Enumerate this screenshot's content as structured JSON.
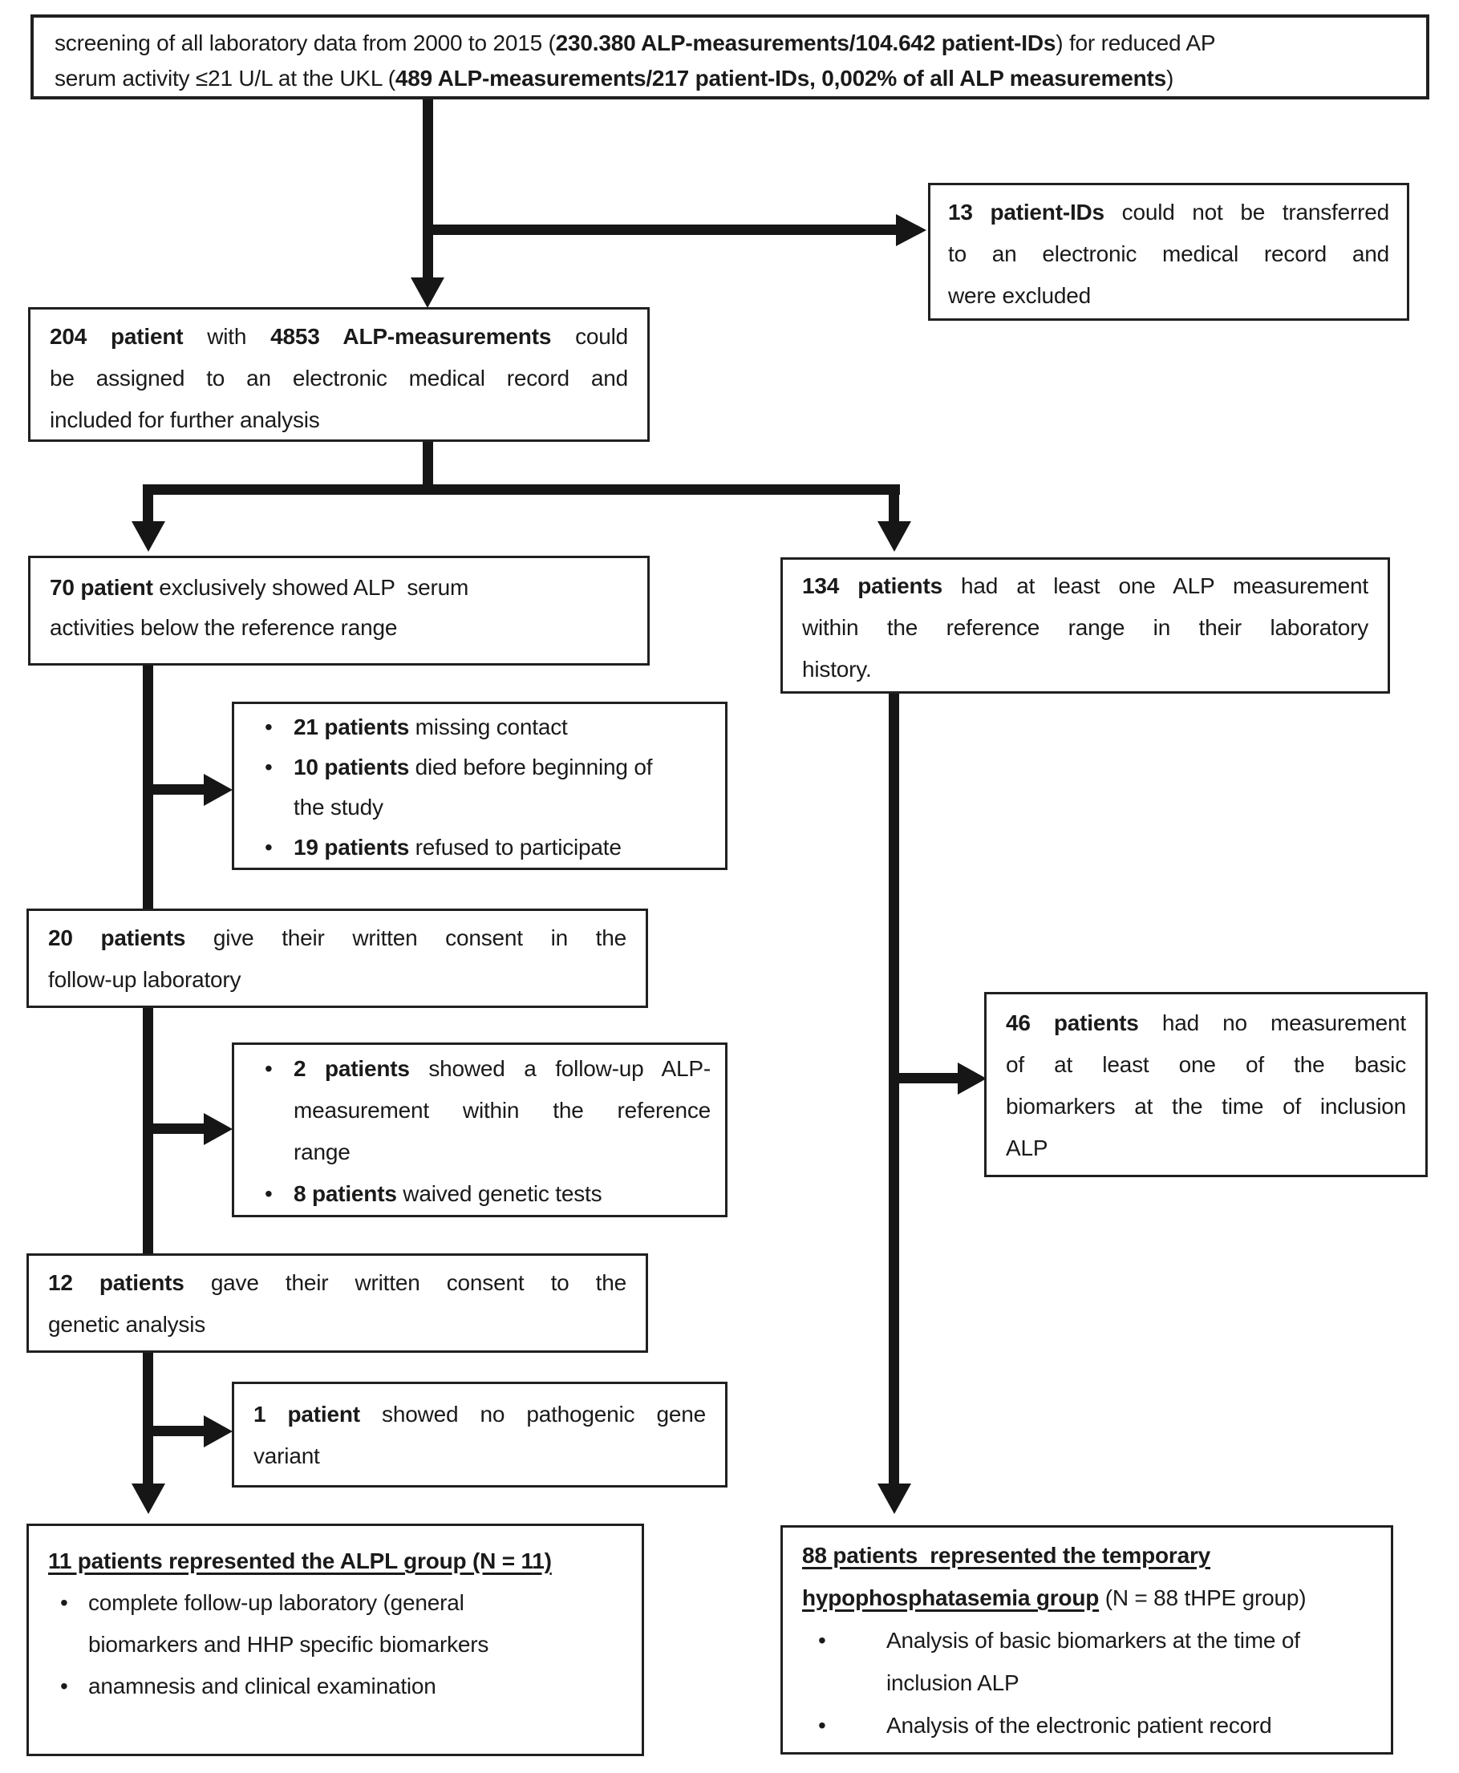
{
  "bullet_char": "•",
  "colors": {
    "ink": "#1a1a1a",
    "line": "#161616",
    "background": "#ffffff"
  },
  "boxes": {
    "screening": {
      "lines": [
        {
          "runs": [
            {
              "t": "screening of all laboratory data from 2000 to 2015 ("
            },
            {
              "t": "230.380 ALP-measurements/104.642 patient-IDs",
              "b": true
            },
            {
              "t": ") for reduced AP"
            }
          ]
        },
        {
          "runs": [
            {
              "t": "serum activity ≤21 U/L at the UKL ("
            },
            {
              "t": "489 ALP-measurements/217 patient-IDs, 0,002% of all ALP measurements",
              "b": true
            },
            {
              "t": ")"
            }
          ]
        }
      ]
    },
    "excluded13": {
      "lines": [
        {
          "just": true,
          "runs": [
            {
              "t": "13 patient-IDs",
              "b": true
            },
            {
              "t": " could not be transferred"
            }
          ]
        },
        {
          "just": true,
          "runs": [
            {
              "t": "to an electronic medical record and"
            }
          ]
        },
        {
          "runs": [
            {
              "t": "were excluded"
            }
          ]
        }
      ]
    },
    "assigned204": {
      "lines": [
        {
          "just": true,
          "runs": [
            {
              "t": "204 patient",
              "b": true
            },
            {
              "t": " with "
            },
            {
              "t": "4853 ALP-measurements",
              "b": true
            },
            {
              "t": " could"
            }
          ]
        },
        {
          "just": true,
          "runs": [
            {
              "t": "be assigned to an electronic medical record  and"
            }
          ]
        },
        {
          "runs": [
            {
              "t": "included for further analysis"
            }
          ]
        }
      ]
    },
    "only_low70": {
      "lines": [
        {
          "runs": [
            {
              "t": "70 patient",
              "b": true
            },
            {
              "t": " exclusively showed ALP  serum"
            }
          ]
        },
        {
          "runs": [
            {
              "t": "activities below the reference range"
            }
          ]
        }
      ]
    },
    "in_range134": {
      "lines": [
        {
          "just": true,
          "runs": [
            {
              "t": "134 patients",
              "b": true
            },
            {
              "t": " had at least one ALP measurement"
            }
          ]
        },
        {
          "just": true,
          "runs": [
            {
              "t": "within the reference range in their laboratory"
            }
          ]
        },
        {
          "runs": [
            {
              "t": "history."
            }
          ]
        }
      ]
    },
    "excl_contact": {
      "lines": [
        {
          "bullet": true,
          "runs": [
            {
              "t": "21 patients",
              "b": true
            },
            {
              "t": " missing contact"
            }
          ]
        },
        {
          "bullet": true,
          "runs": [
            {
              "t": "10 patients",
              "b": true
            },
            {
              "t": " died before beginning of"
            }
          ]
        },
        {
          "cont": true,
          "runs": [
            {
              "t": "the study"
            }
          ]
        },
        {
          "bullet": true,
          "runs": [
            {
              "t": "19 patients",
              "b": true
            },
            {
              "t": " refused to participate"
            }
          ]
        }
      ]
    },
    "consent20": {
      "lines": [
        {
          "just": true,
          "runs": [
            {
              "t": "20 patients",
              "b": true
            },
            {
              "t": " give their written consent in the"
            }
          ]
        },
        {
          "runs": [
            {
              "t": "follow-up laboratory"
            }
          ]
        }
      ]
    },
    "excl_followup": {
      "lines": [
        {
          "bullet": true,
          "just": true,
          "runs": [
            {
              "t": "2 patients",
              "b": true
            },
            {
              "t": " showed a follow-up ALP-"
            }
          ]
        },
        {
          "cont": true,
          "just": true,
          "runs": [
            {
              "t": "measurement within the reference"
            }
          ]
        },
        {
          "cont": true,
          "runs": [
            {
              "t": "range"
            }
          ]
        },
        {
          "bullet": true,
          "runs": [
            {
              "t": "8 patients",
              "b": true
            },
            {
              "t": " waived genetic tests"
            }
          ]
        }
      ]
    },
    "no_biomarkers46": {
      "lines": [
        {
          "just": true,
          "runs": [
            {
              "t": "46 patients",
              "b": true
            },
            {
              "t": " had no measurement"
            }
          ]
        },
        {
          "just": true,
          "runs": [
            {
              "t": "of at least one of the basic"
            }
          ]
        },
        {
          "just": true,
          "runs": [
            {
              "t": "biomarkers at the time of inclusion"
            }
          ]
        },
        {
          "runs": [
            {
              "t": "ALP"
            }
          ]
        }
      ]
    },
    "consent12": {
      "lines": [
        {
          "just": true,
          "runs": [
            {
              "t": "12 patients",
              "b": true
            },
            {
              "t": " gave their written consent to the"
            }
          ]
        },
        {
          "runs": [
            {
              "t": "genetic analysis"
            }
          ]
        }
      ]
    },
    "no_variant1": {
      "lines": [
        {
          "just": true,
          "runs": [
            {
              "t": "1 patient",
              "b": true
            },
            {
              "t": " showed no pathogenic gene"
            }
          ]
        },
        {
          "runs": [
            {
              "t": "variant"
            }
          ]
        }
      ]
    },
    "alpl_group": {
      "lines": [
        {
          "runs": [
            {
              "t": "11 patients represented the ALPL group (N = 11)",
              "b": true,
              "u": true
            }
          ]
        },
        {
          "bullet": true,
          "runs": [
            {
              "t": "complete follow-up laboratory (general"
            }
          ]
        },
        {
          "cont": true,
          "runs": [
            {
              "t": "biomarkers and HHP specific biomarkers"
            }
          ]
        },
        {
          "bullet": true,
          "runs": [
            {
              "t": "anamnesis and clinical examination"
            }
          ]
        }
      ]
    },
    "thpe_group": {
      "lines": [
        {
          "runs": [
            {
              "t": "88 patients  represented the temporary",
              "b": true,
              "u": true
            }
          ]
        },
        {
          "runs": [
            {
              "t": "hypophosphatasemia group",
              "b": true,
              "u": true
            },
            {
              "t": " (N = 88 tHPE group)"
            }
          ]
        },
        {
          "bullet": true,
          "runs": [
            {
              "t": "Analysis of basic biomarkers at the time of"
            }
          ]
        },
        {
          "cont": true,
          "runs": [
            {
              "t": "inclusion ALP"
            }
          ]
        },
        {
          "bullet": true,
          "runs": [
            {
              "t": "Analysis of the electronic patient record"
            }
          ]
        }
      ]
    }
  }
}
